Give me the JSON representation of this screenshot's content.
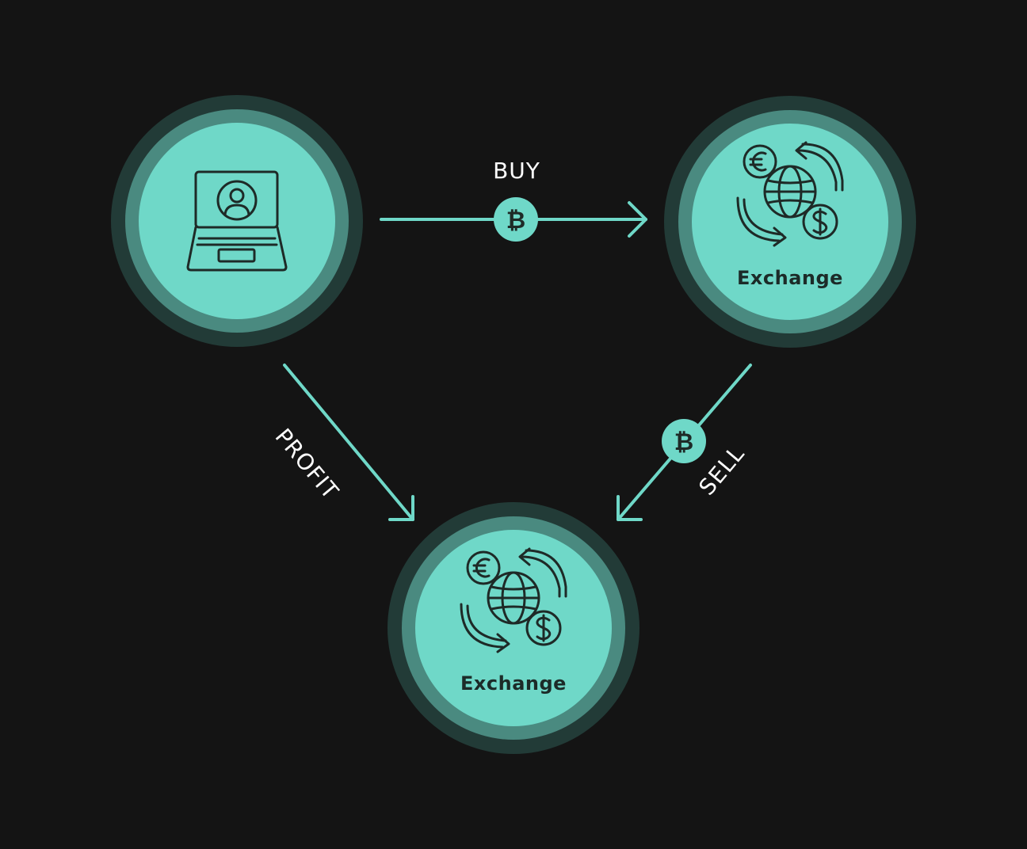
{
  "colors": {
    "background": "#141414",
    "node_fill": "#6fd8c8",
    "node_mid_ring": "#4a8a80",
    "node_outer_ring": "#223b37",
    "arrow": "#6fd8c8",
    "icon": "#1e2a27",
    "edge_label": "#ffffff"
  },
  "nodes": {
    "user": {
      "icon": "laptop-user-icon"
    },
    "exchange_right": {
      "icon": "currency-exchange-icon",
      "label": "Exchange"
    },
    "exchange_bottom": {
      "icon": "currency-exchange-icon",
      "label": "Exchange"
    }
  },
  "edges": {
    "buy": {
      "label": "BUY",
      "badge_icon": "bitcoin-icon",
      "badge_glyph": "₿"
    },
    "sell": {
      "label": "SELL",
      "badge_icon": "bitcoin-icon",
      "badge_glyph": "₿"
    },
    "profit": {
      "label": "PROFIT"
    }
  }
}
